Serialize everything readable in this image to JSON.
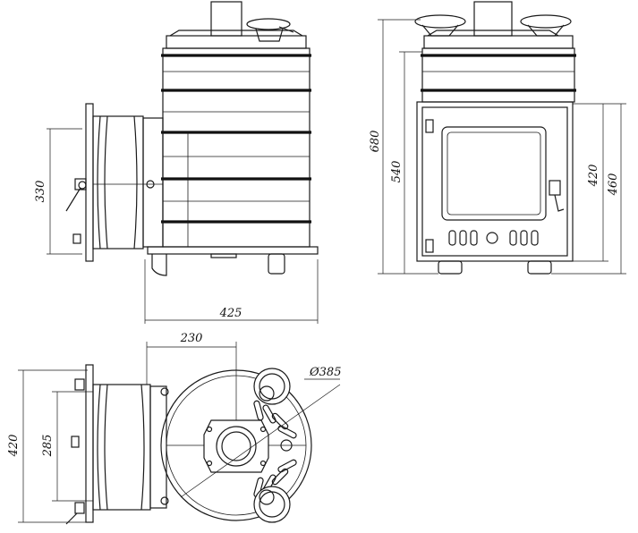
{
  "dimensions": {
    "side_width": "425",
    "side_height": "330",
    "front_total": "680",
    "front_mid": "540",
    "front_body": "420",
    "front_body_full": "460",
    "top_offset": "230",
    "top_diameter": "Ø385",
    "top_depth": "420",
    "top_inner": "285"
  }
}
